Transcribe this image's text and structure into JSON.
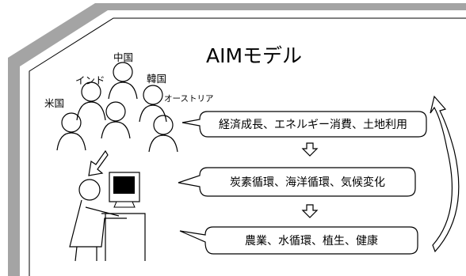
{
  "diagram": {
    "title": "AIMモデル",
    "countries": {
      "china": "中国",
      "india": "インド",
      "korea": "韓国",
      "usa": "米国",
      "australia": "オーストリア"
    },
    "modules": [
      "経済成長、エネルギー消費、土地利用",
      "炭素循環、海洋循環、気候変化",
      "農業、水循環、植生、健康"
    ]
  }
}
